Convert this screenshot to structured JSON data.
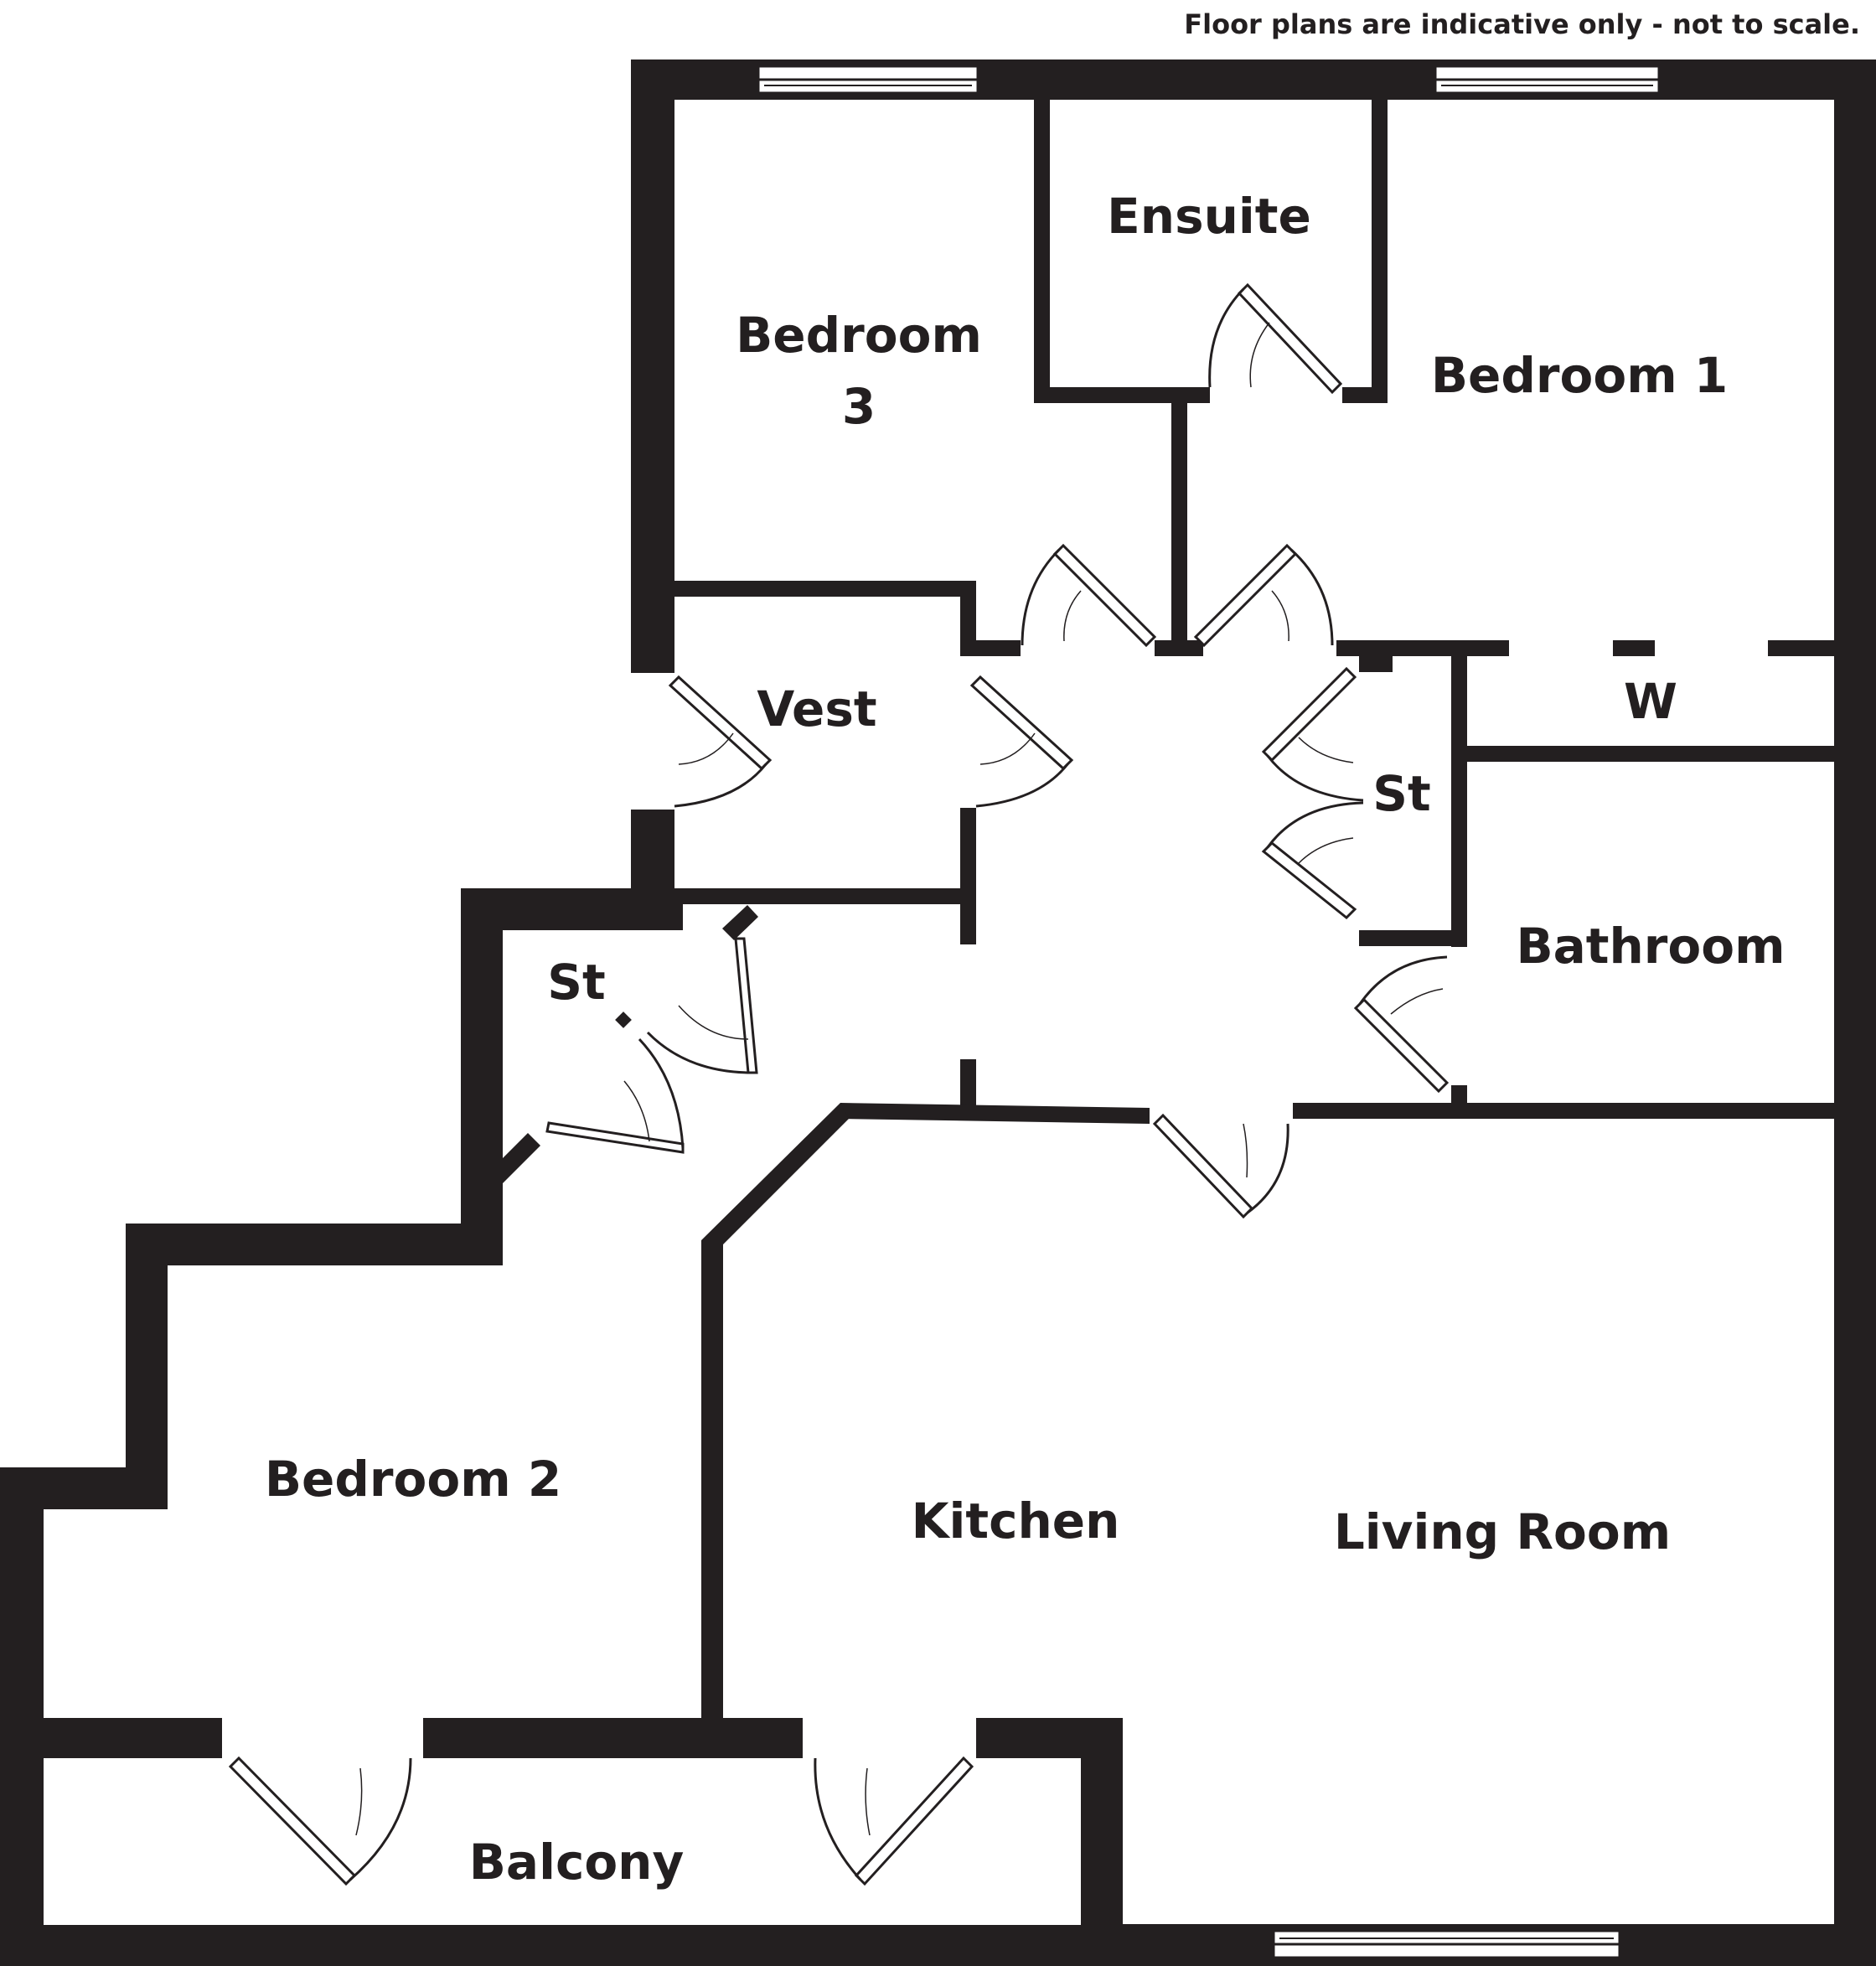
{
  "disclaimer": "Floor plans are indicative only - not to scale.",
  "rooms": {
    "ensuite": "Ensuite",
    "bedroom3_line1": "Bedroom",
    "bedroom3_line2": "3",
    "bedroom1": "Bedroom 1",
    "vest": "Vest",
    "wardrobe": "W",
    "store_right": "St",
    "bathroom": "Bathroom",
    "store_left": "St",
    "bedroom2": "Bedroom 2",
    "kitchen": "Kitchen",
    "living_room": "Living Room",
    "balcony": "Balcony"
  },
  "colors": {
    "wall": "#231f20",
    "background": "#ffffff"
  }
}
